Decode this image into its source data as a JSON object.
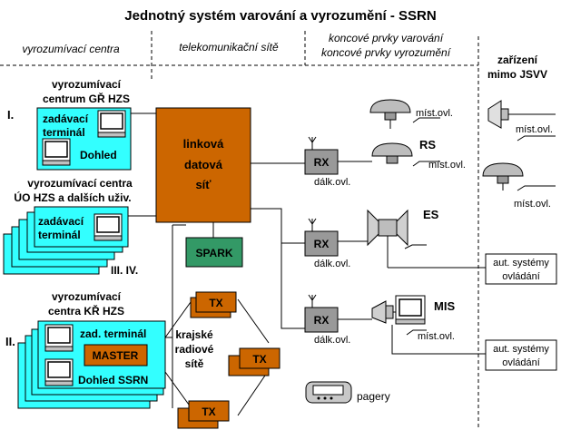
{
  "title": "Jednotný systém varování a vyrozumění - SSRN",
  "headers": {
    "col1": "vyrozumívací centra",
    "col2": "telekomunikační sítě",
    "col3_line1": "koncové prvky varování",
    "col3_line2": "koncové prvky vyrozumění",
    "col4_line1": "zařízení",
    "col4_line2": "mimo JSVV"
  },
  "centers": {
    "gr_line1": "vyrozumívací",
    "gr_line2": "centrum GŘ HZS",
    "gr_numeral": "I.",
    "zadavaci": "zadávací",
    "terminal": "terminál",
    "dohled": "Dohled",
    "uo_line1": "vyrozumívací centra",
    "uo_line2": "ÚO HZS a dalších uživ.",
    "uo_numeral": "III. IV.",
    "kr_line1": "vyrozumívací",
    "kr_line2": "centra  KŘ HZS",
    "kr_numeral": "II.",
    "zad_terminal": "zad. terminál",
    "master": "MASTER",
    "dohled_ssrn": "Dohled SSRN"
  },
  "network": {
    "linkova": "linková",
    "datova": "datová",
    "sit": "síť",
    "spark": "SPARK",
    "tx": "TX",
    "krajske": "krajské",
    "radiove": "radiové",
    "site": "sítě",
    "pagery": "pagery"
  },
  "endpoints": {
    "rx": "RX",
    "rs": "RS",
    "es": "ES",
    "mis": "MIS",
    "mist_ovl": "míst.ovl.",
    "dalk_ovl": "dálk.ovl.",
    "aut_line1": "aut. systémy",
    "aut_line2": "ovládání"
  },
  "colors": {
    "cyan": "#33ffff",
    "orange": "#cc6600",
    "green": "#339966",
    "gray": "#999999"
  }
}
